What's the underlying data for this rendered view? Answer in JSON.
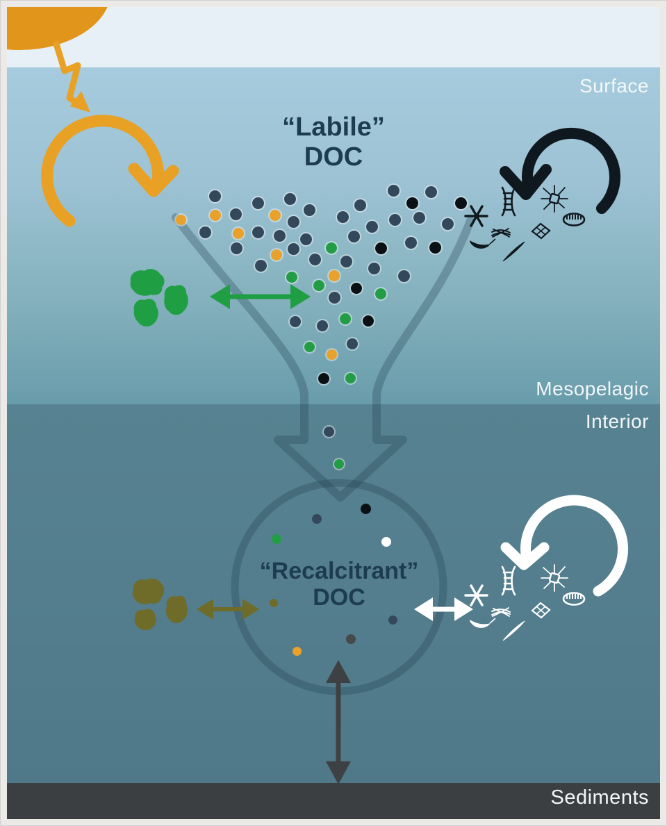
{
  "zones": {
    "surface": "Surface",
    "mesopelagic": "Mesopelagic",
    "interior": "Interior",
    "sediments": "Sediments"
  },
  "titles": {
    "labile": {
      "line1": "“Labile”",
      "line2": "DOC"
    },
    "recalcitrant": {
      "line1": "“Recalcitrant”",
      "line2": "DOC"
    }
  },
  "colors": {
    "palette": {
      "sun": "#e2951b",
      "solar": "#e8a125",
      "green": "#1f9e43",
      "olive": "#6f6b28",
      "ink": "#10181f",
      "white": "#ffffff",
      "outline": "rgba(32,62,78,0.30)",
      "darkarrow": "#3e4144",
      "titletext": "#1e3c50",
      "labeltext": "#f3f7fa",
      "sky": "#e7f0f6",
      "sediment": "#3c3f41"
    },
    "dot_colors": {
      "slate": "#33495b",
      "black": "#0b1015",
      "orange": "#e9a12b",
      "green": "#229d45",
      "white": "#ffffff",
      "olive": "#6f6b2a",
      "gray": "#47494b"
    }
  },
  "icons": {
    "sun-icon": "orange quarter-sun, top-left",
    "sunlight-lightning-arrow": "orange zigzag arrow from sun into water",
    "photochemical-cycle-arrow": "orange circular arrow",
    "surface-microbial-cycle-arrow": "black circular arrow",
    "deep-microbial-cycle-arrow": "white circular arrow",
    "phytoplankton-blobs": "green particle clumps",
    "detritus-blobs": "olive particle clumps",
    "export-funnel-arrow": "translucent funnel arrow into circle",
    "recalcitrant-doc-circle": "translucent circle outline",
    "sediment-exchange-arrow": "dark vertical double arrow to sediments",
    "plankton-set": [
      "star-plankton-icon",
      "chain-diatom-icon",
      "spiny-diatom-icon",
      "striped-diatom-icon",
      "bristle-plankton-icon",
      "lattice-diatom-icon",
      "copepod-icon",
      "pennate-diatom-icon"
    ]
  },
  "dots": [
    [
      309,
      282,
      "slate",
      17,
      1
    ],
    [
      371,
      292,
      "slate",
      17,
      1
    ],
    [
      417,
      286,
      "slate",
      17,
      1
    ],
    [
      518,
      295,
      "slate",
      17,
      1
    ],
    [
      566,
      274,
      "slate",
      17,
      1
    ],
    [
      620,
      276,
      "slate",
      17,
      1
    ],
    [
      339,
      308,
      "slate",
      17,
      1
    ],
    [
      445,
      302,
      "slate",
      17,
      1
    ],
    [
      493,
      312,
      "slate",
      17,
      1
    ],
    [
      422,
      319,
      "slate",
      17,
      1
    ],
    [
      535,
      326,
      "slate",
      17,
      1
    ],
    [
      568,
      316,
      "slate",
      17,
      1
    ],
    [
      603,
      313,
      "slate",
      17,
      1
    ],
    [
      644,
      322,
      "slate",
      17,
      1
    ],
    [
      295,
      334,
      "slate",
      17,
      1
    ],
    [
      371,
      334,
      "slate",
      17,
      1
    ],
    [
      402,
      339,
      "slate",
      17,
      1
    ],
    [
      440,
      344,
      "slate",
      17,
      1
    ],
    [
      509,
      340,
      "slate",
      17,
      1
    ],
    [
      340,
      357,
      "slate",
      17,
      1
    ],
    [
      422,
      358,
      "slate",
      17,
      1
    ],
    [
      591,
      349,
      "slate",
      17,
      1
    ],
    [
      453,
      373,
      "slate",
      17,
      1
    ],
    [
      498,
      376,
      "slate",
      17,
      1
    ],
    [
      375,
      382,
      "slate",
      17,
      1
    ],
    [
      538,
      386,
      "slate",
      17,
      1
    ],
    [
      581,
      397,
      "slate",
      17,
      1
    ],
    [
      481,
      428,
      "slate",
      17,
      1
    ],
    [
      425,
      463,
      "slate",
      16,
      1
    ],
    [
      464,
      469,
      "slate",
      16,
      1
    ],
    [
      507,
      495,
      "slate",
      16,
      1
    ],
    [
      593,
      292,
      "black",
      17,
      1
    ],
    [
      663,
      292,
      "black",
      17,
      1
    ],
    [
      548,
      357,
      "black",
      17,
      1
    ],
    [
      626,
      356,
      "black",
      17,
      1
    ],
    [
      513,
      415,
      "black",
      16,
      1
    ],
    [
      530,
      462,
      "black",
      16,
      1
    ],
    [
      466,
      545,
      "black",
      16,
      1
    ],
    [
      260,
      316,
      "orange",
      15,
      1
    ],
    [
      310,
      310,
      "orange",
      16,
      1
    ],
    [
      396,
      310,
      "orange",
      16,
      1
    ],
    [
      343,
      336,
      "orange",
      16,
      1
    ],
    [
      398,
      367,
      "orange",
      16,
      1
    ],
    [
      481,
      397,
      "orange",
      16,
      1
    ],
    [
      477,
      510,
      "orange",
      15,
      1
    ],
    [
      477,
      357,
      "green",
      16,
      1
    ],
    [
      420,
      399,
      "green",
      16,
      1
    ],
    [
      459,
      411,
      "green",
      16,
      1
    ],
    [
      548,
      423,
      "green",
      16,
      1
    ],
    [
      497,
      459,
      "green",
      16,
      1
    ],
    [
      445,
      499,
      "green",
      15,
      1
    ],
    [
      504,
      544,
      "green",
      15,
      1
    ],
    [
      473,
      621,
      "slate",
      15,
      1
    ],
    [
      488,
      668,
      "green",
      14,
      1
    ],
    [
      526,
      732,
      "black",
      15,
      0
    ],
    [
      456,
      747,
      "slate",
      14,
      0
    ],
    [
      398,
      776,
      "green",
      14,
      0
    ],
    [
      556,
      780,
      "white",
      14,
      0
    ],
    [
      394,
      868,
      "olive",
      12,
      0
    ],
    [
      565,
      892,
      "slate",
      13,
      0
    ],
    [
      505,
      920,
      "gray",
      14,
      0
    ],
    [
      427,
      937,
      "orange",
      13,
      0
    ]
  ]
}
